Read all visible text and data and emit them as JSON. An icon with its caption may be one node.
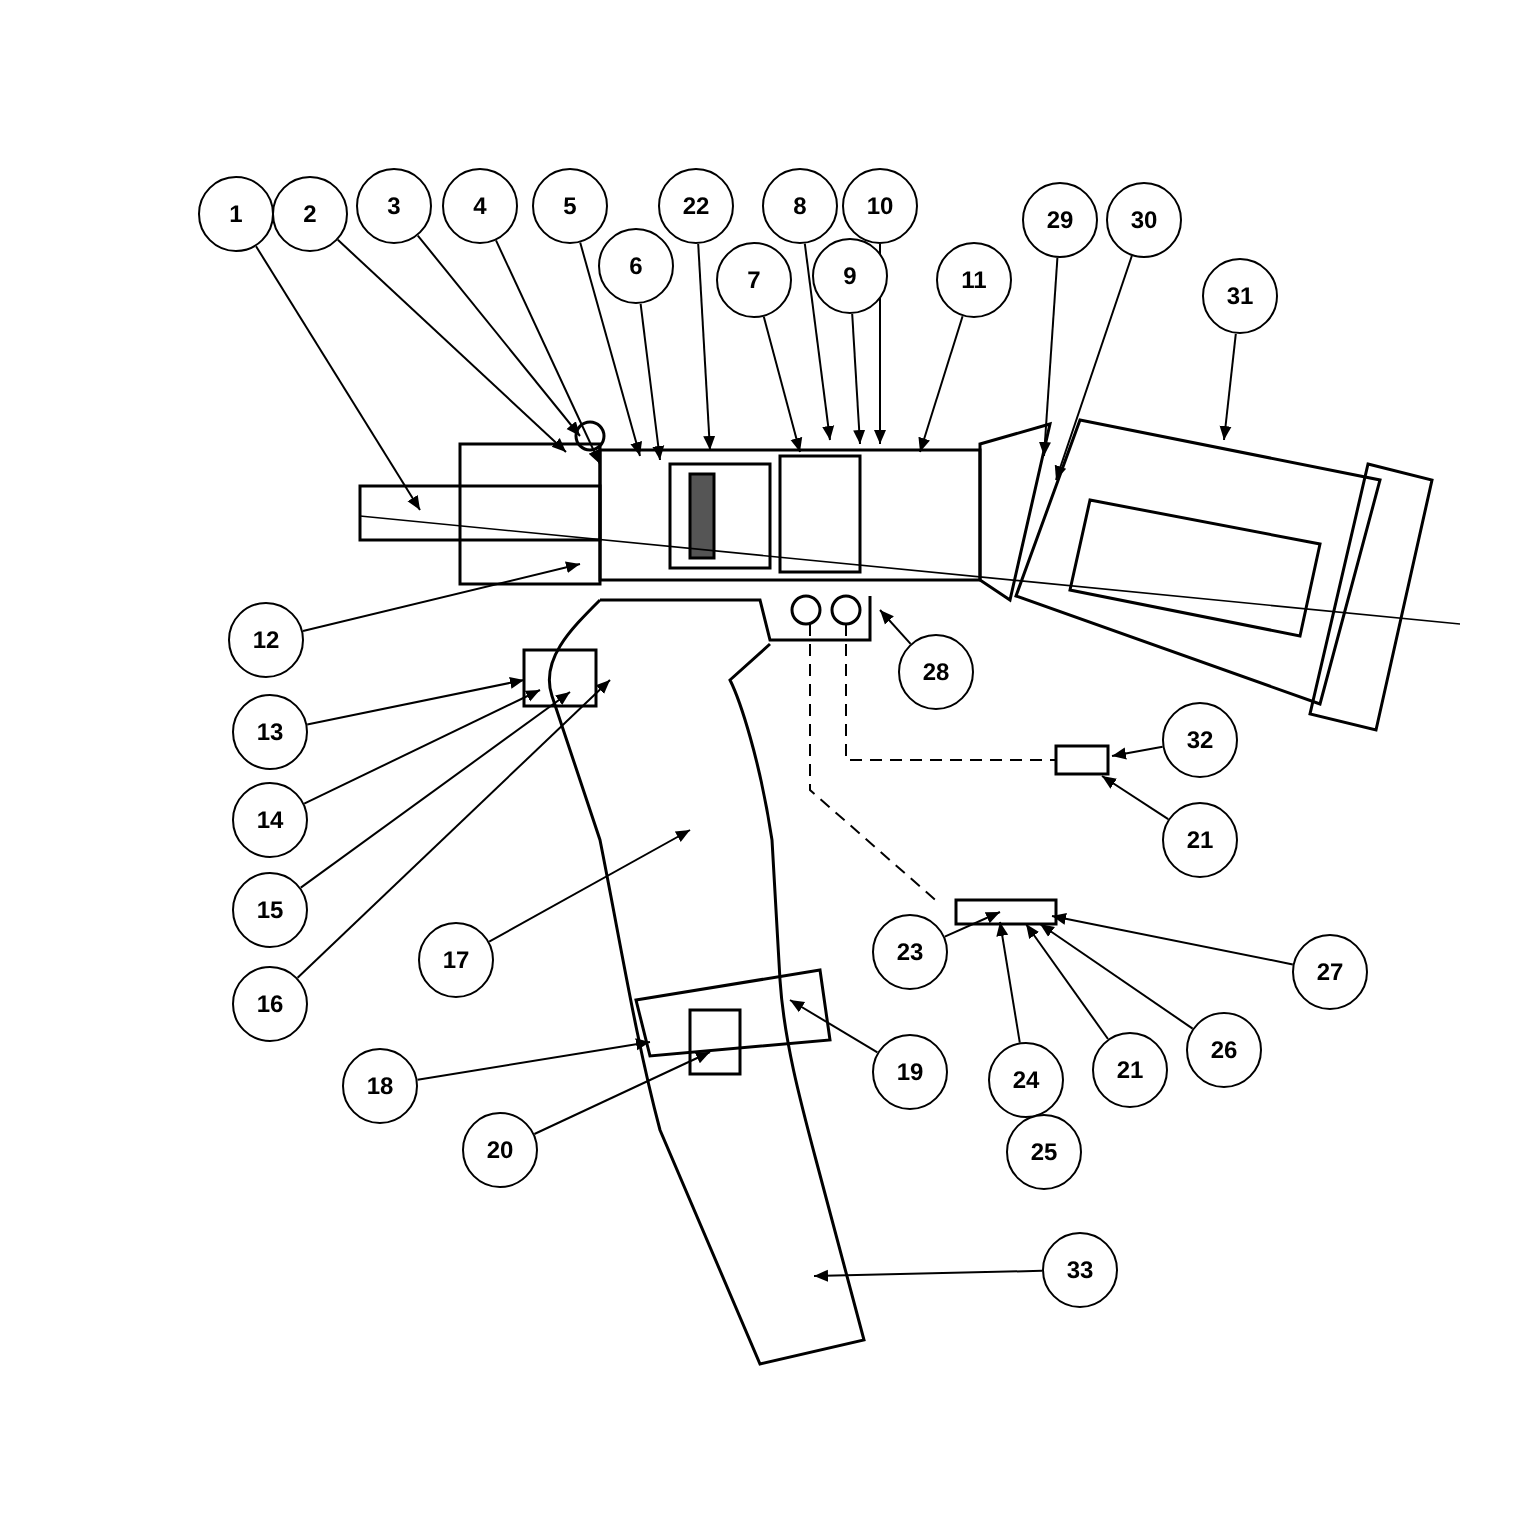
{
  "diagram": {
    "nodes": [
      {
        "text": [
          "1"
        ]
      },
      {
        "text": [
          "2"
        ]
      },
      {
        "text": [
          "3"
        ]
      },
      {
        "text": [
          "4"
        ]
      },
      {
        "text": [
          "5"
        ]
      },
      {
        "text": [
          "22"
        ]
      },
      {
        "text": [
          "8"
        ]
      },
      {
        "text": [
          "10"
        ]
      },
      {
        "text": [
          "29"
        ]
      },
      {
        "text": [
          "30"
        ]
      },
      {
        "text": [
          "31"
        ]
      },
      {
        "text": [
          "6"
        ]
      },
      {
        "text": [
          "7"
        ]
      },
      {
        "text": [
          "9"
        ]
      },
      {
        "text": [
          "11"
        ]
      },
      {
        "text": [
          "12"
        ]
      },
      {
        "text": [
          "28"
        ]
      },
      {
        "text": [
          "13"
        ]
      },
      {
        "text": [
          "32"
        ]
      },
      {
        "text": [
          "14"
        ]
      },
      {
        "text": [
          "21"
        ]
      },
      {
        "text": [
          "15"
        ]
      },
      {
        "text": [
          "23"
        ]
      },
      {
        "text": [
          "17"
        ]
      },
      {
        "text": [
          "27"
        ]
      },
      {
        "text": [
          "16"
        ]
      },
      {
        "text": [
          "18"
        ]
      },
      {
        "text": [
          "19"
        ]
      },
      {
        "text": [
          "24"
        ]
      },
      {
        "text": [
          "21"
        ]
      },
      {
        "text": [
          "26"
        ]
      },
      {
        "text": [
          "20"
        ]
      },
      {
        "text": [
          "25"
        ]
      },
      {
        "text": [
          "33"
        ]
      }
    ],
    "edges": [
      {
        "from": 0,
        "to": null,
        "arrow": "to"
      },
      {
        "from": 1,
        "to": null,
        "arrow": "to"
      },
      {
        "from": 2,
        "to": null,
        "arrow": "to"
      },
      {
        "from": 3,
        "to": null,
        "arrow": "to"
      },
      {
        "from": 4,
        "to": null,
        "arrow": "to"
      },
      {
        "from": 5,
        "to": null,
        "arrow": "to"
      },
      {
        "from": 6,
        "to": null,
        "arrow": "to"
      },
      {
        "from": 7,
        "to": null,
        "arrow": "to"
      },
      {
        "from": 8,
        "to": null,
        "arrow": "to"
      },
      {
        "from": 9,
        "to": null,
        "arrow": "to"
      },
      {
        "from": 10,
        "to": null,
        "arrow": "to"
      },
      {
        "from": 11,
        "to": null,
        "arrow": "to"
      },
      {
        "from": 12,
        "to": null,
        "arrow": "to"
      },
      {
        "from": 13,
        "to": null,
        "arrow": "to"
      },
      {
        "from": 14,
        "to": null,
        "arrow": "to"
      },
      {
        "from": 15,
        "to": null,
        "arrow": "to"
      },
      {
        "from": 16,
        "to": null,
        "arrow": "to"
      },
      {
        "from": 17,
        "to": null,
        "arrow": "to"
      },
      {
        "from": 18,
        "to": null,
        "arrow": "to"
      },
      {
        "from": 19,
        "to": null,
        "arrow": "to"
      },
      {
        "from": 20,
        "to": null,
        "arrow": "to"
      },
      {
        "from": 21,
        "to": null,
        "arrow": "to"
      },
      {
        "from": 22,
        "to": null,
        "arrow": "to"
      },
      {
        "from": 23,
        "to": null,
        "arrow": "to"
      },
      {
        "from": 24,
        "to": null,
        "arrow": "to"
      },
      {
        "from": 25,
        "to": null,
        "arrow": "to"
      },
      {
        "from": 26,
        "to": null,
        "arrow": "to"
      },
      {
        "from": 27,
        "to": null,
        "arrow": "to"
      },
      {
        "from": 28,
        "to": null,
        "arrow": "to"
      },
      {
        "from": 29,
        "to": null,
        "arrow": "to"
      },
      {
        "from": 30,
        "to": null,
        "arrow": "to"
      },
      {
        "from": 31,
        "to": null,
        "arrow": "to"
      },
      {
        "from": 33,
        "to": null,
        "arrow": "to"
      }
    ]
  }
}
